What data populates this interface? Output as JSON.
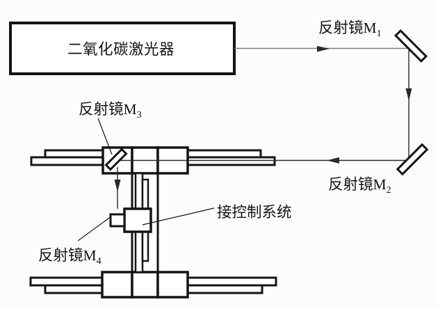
{
  "diagram_type": "co2-laser-optical-path-schematic",
  "labels": {
    "laser": "二氧化碳激光器",
    "m1": {
      "text": "反射镜M",
      "sub": "1"
    },
    "m2": {
      "text": "反射镜M",
      "sub": "2"
    },
    "m3": {
      "text": "反射镜M",
      "sub": "3"
    },
    "m4": {
      "text": "反射镜M",
      "sub": "4"
    },
    "control": "接控制系统"
  },
  "colors": {
    "ink": "#141414",
    "beam": "#2a2a2a",
    "beam_light": "#7a7a7a",
    "background": "#fcfcfc"
  }
}
